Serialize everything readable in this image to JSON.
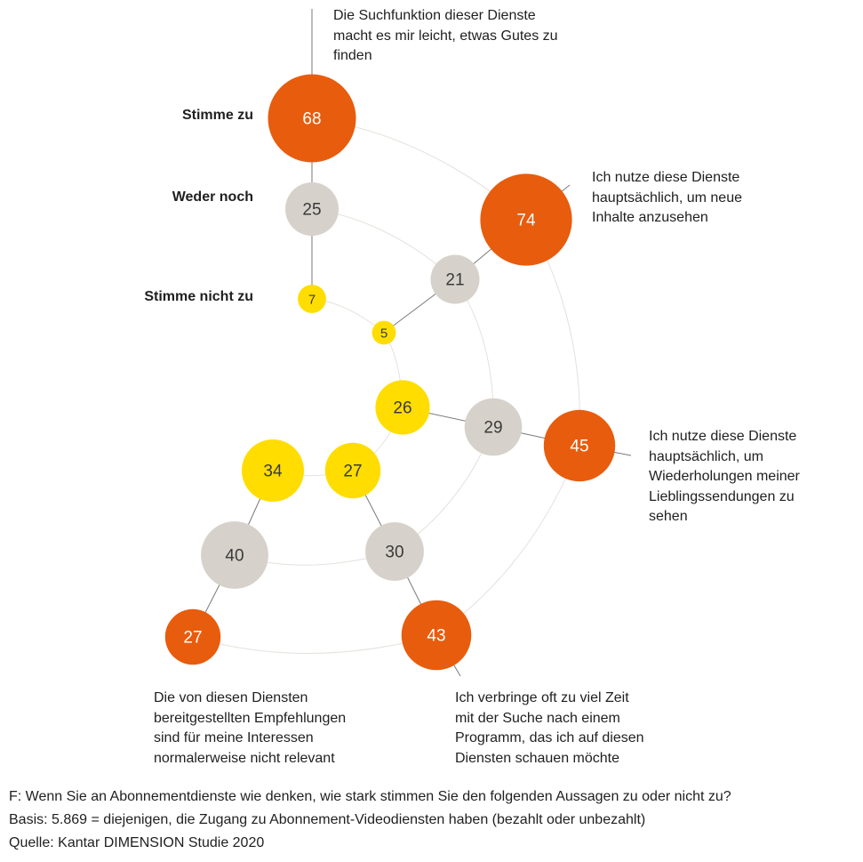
{
  "chart_data": {
    "type": "bubble",
    "legend": [
      {
        "key": "agree",
        "label": "Stimme zu",
        "color": "#e85c0d"
      },
      {
        "key": "neutral",
        "label": "Weder noch",
        "color": "#d6d1ca"
      },
      {
        "key": "disagree",
        "label": "Stimme nicht zu",
        "color": "#ffdd00"
      }
    ],
    "statements": [
      {
        "text": "Die Suchfunktion dieser Dienste\nmacht es mir leicht, etwas Gutes zu\nfinden",
        "agree": 68,
        "neutral": 25,
        "disagree": 7
      },
      {
        "text": "Ich nutze diese Dienste\nhauptsächlich, um neue\nInhalte anzusehen",
        "agree": 74,
        "neutral": 21,
        "disagree": 5
      },
      {
        "text": "Ich nutze diese Dienste\nhauptsächlich, um\nWiederholungen meiner\nLieblingssendungen zu\nsehen",
        "agree": 45,
        "neutral": 29,
        "disagree": 26
      },
      {
        "text": "Ich verbringe oft zu viel Zeit\nmit der Suche nach einem\nProgramm, das ich auf diesen\nDiensten schauen möchte",
        "agree": 43,
        "neutral": 30,
        "disagree": 27
      },
      {
        "text": "Die von diesen Diensten\nbereitgestellten Empfehlungen\nsind für meine Interessen\nnormalerweise nicht relevant",
        "agree": 27,
        "neutral": 40,
        "disagree": 34
      }
    ]
  },
  "footer": {
    "question": "F: Wenn Sie an Abonnementdienste wie denken, wie stark stimmen Sie den folgenden Aussagen zu oder nicht zu?",
    "basis": "Basis: 5.869 = diejenigen, die Zugang zu Abonnement-Videodiensten haben (bezahlt oder unbezahlt)",
    "source": "Quelle: Kantar DIMENSION Studie 2020"
  }
}
